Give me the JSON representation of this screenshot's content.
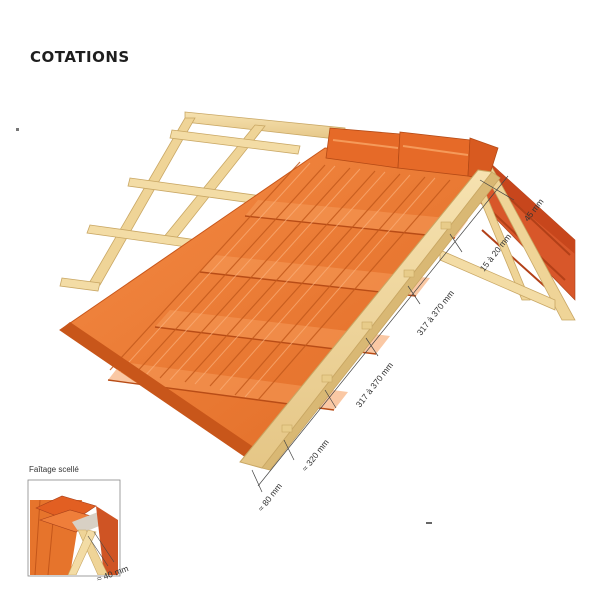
{
  "title": "COTATIONS",
  "dimensions": {
    "ridge_gap": "45 mm",
    "ridge_offset": "15 à 20 mm",
    "batten_spacing_upper": "317 à 370 mm",
    "batten_spacing_middle": "317 à 370 mm",
    "first_batten_spacing": "≈ 320 mm",
    "eave_overhang": "≈ 80 mm"
  },
  "inset": {
    "label": "Faîtage scellé",
    "dimension": "≈ 40 mm"
  },
  "colors": {
    "wood": "#f1d79c",
    "wood_edge": "#c9a764",
    "tile": "#ec7a32",
    "tile_dark": "#c8561a",
    "tile_light": "#f8a060",
    "ridge_tile": "#e66a28"
  }
}
